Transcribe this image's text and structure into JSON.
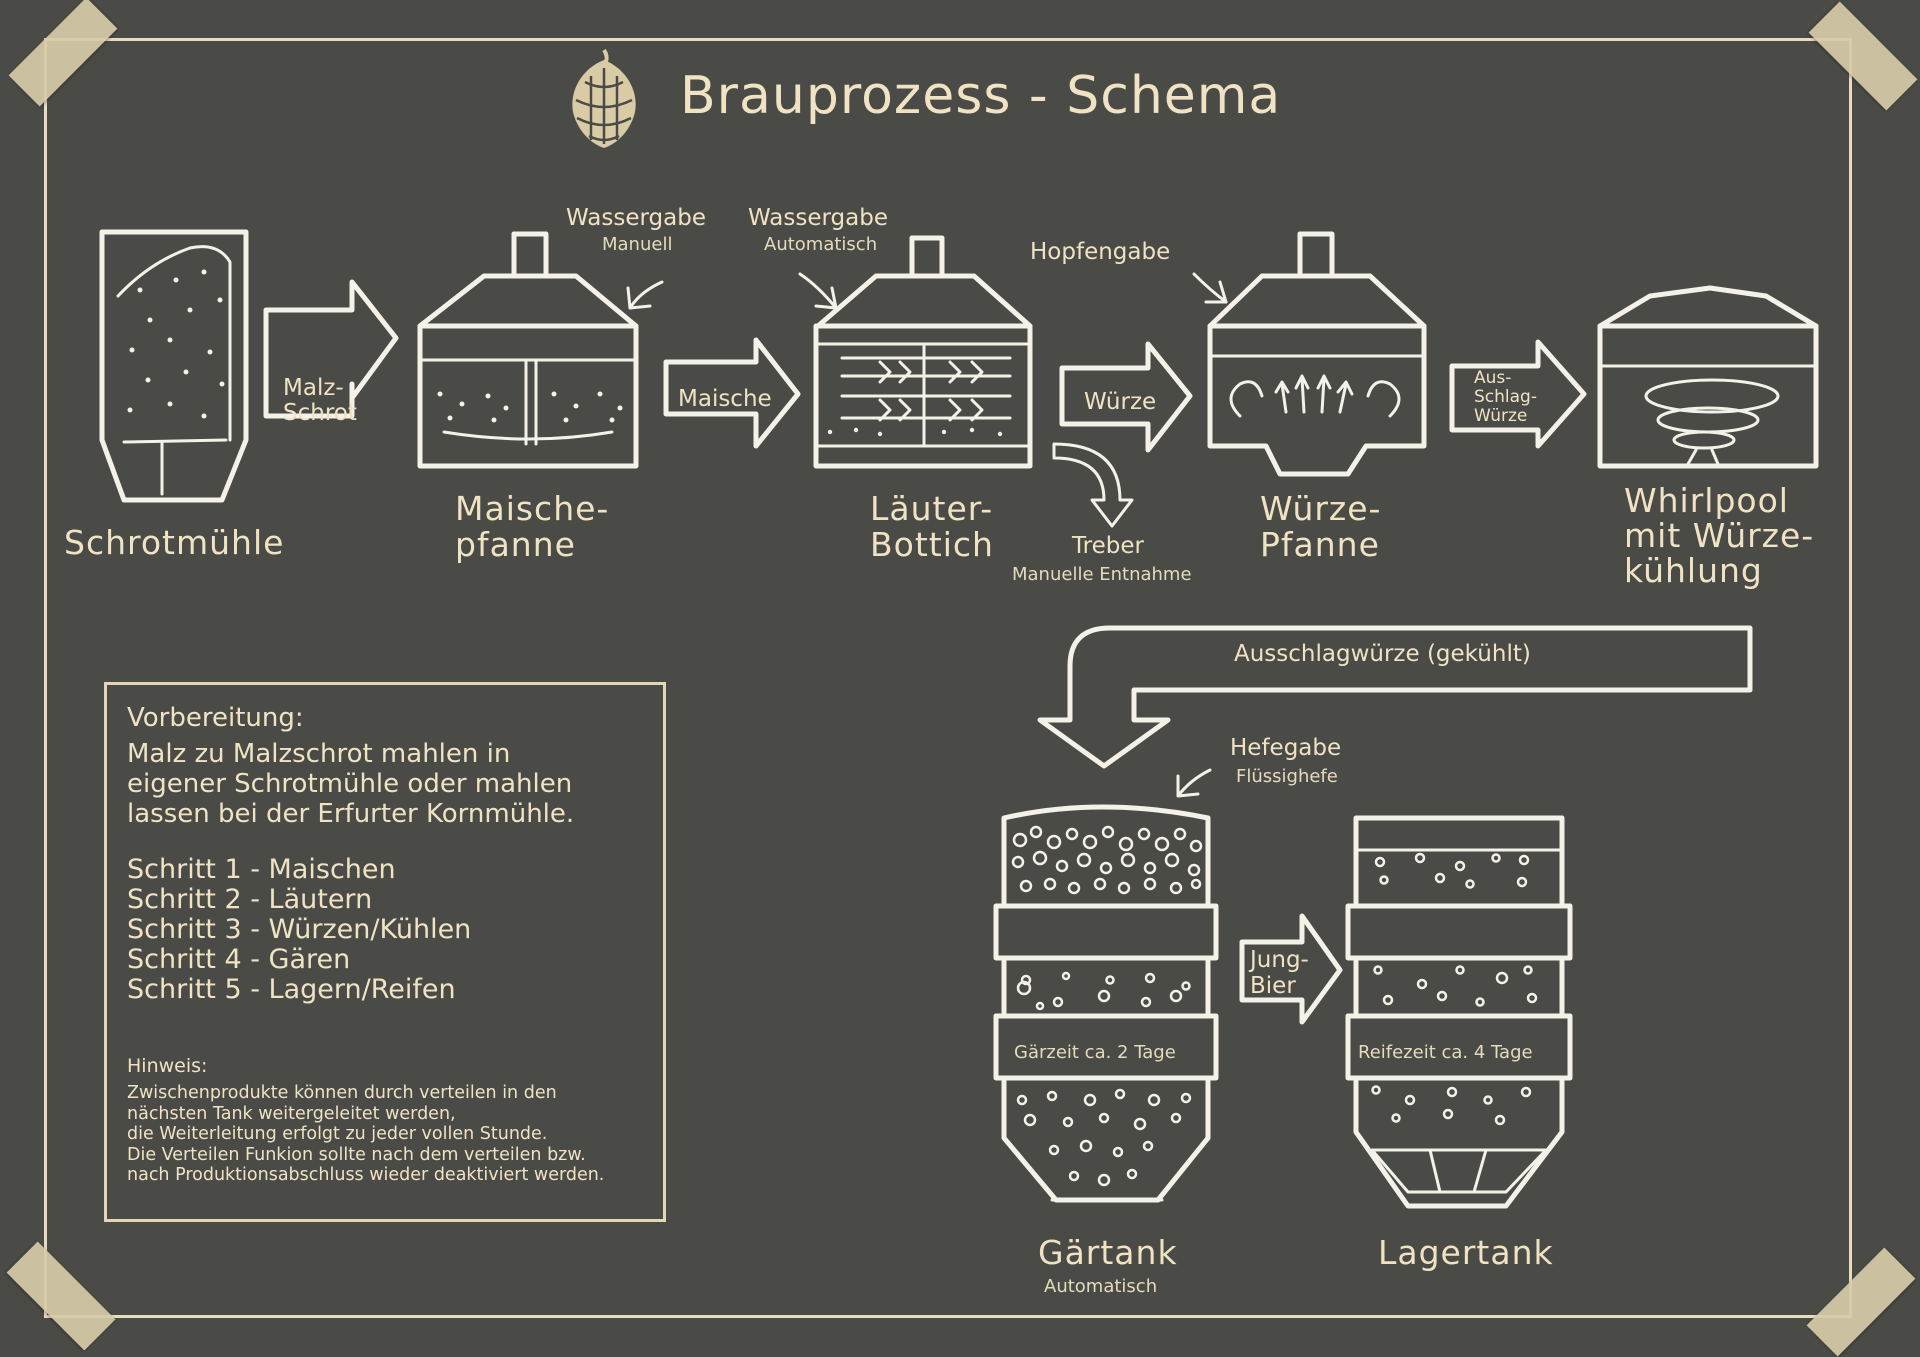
{
  "title": "Brauprozess - Schema",
  "icons": {
    "logo": "hop-cone-icon"
  },
  "colors": {
    "background": "#4a4a46",
    "chalk": "#f4f1e8",
    "accent": "#efe3c4",
    "tape": "#d7cba8"
  },
  "stations": {
    "schrotmuehle": "Schrotmühle",
    "maischepfanne": [
      "Maische-",
      "pfanne"
    ],
    "laeuterbottich": [
      "Läuter-",
      "Bottich"
    ],
    "wuerzepfanne": [
      "Würze-",
      "Pfanne"
    ],
    "whirlpool": [
      "Whirlpool",
      "mit Würze-",
      "kühlung"
    ],
    "gaertank": "Gärtank",
    "gaertank_sub": "Automatisch",
    "lagertank": "Lagertank"
  },
  "arrows": {
    "malzschrot": [
      "Malz-",
      "Schrot"
    ],
    "maische": "Maische",
    "wuerze": "Würze",
    "ausschlagwuerze": [
      "Aus-",
      "Schlag-",
      "Würze"
    ],
    "ausschlagwuerze_gekuehlt": "Ausschlagwürze (gekühlt)",
    "jungbier": [
      "Jung-",
      "Bier"
    ]
  },
  "annotations": {
    "wassergabe_manuell": {
      "title": "Wassergabe",
      "sub": "Manuell"
    },
    "wassergabe_auto": {
      "title": "Wassergabe",
      "sub": "Automatisch"
    },
    "hopfengabe": "Hopfengabe",
    "treber": {
      "title": "Treber",
      "sub": "Manuelle Entnahme"
    },
    "hefegabe": {
      "title": "Hefegabe",
      "sub": "Flüssighefe"
    },
    "gaerzeit": "Gärzeit ca. 2 Tage",
    "reifezeit": "Reifezeit ca. 4 Tage"
  },
  "preparation": {
    "heading": "Vorbereitung:",
    "text": [
      "Malz zu Malzschrot mahlen in",
      "eigener Schrotmühle oder mahlen",
      "lassen bei der Erfurter Kornmühle."
    ],
    "steps": [
      "Schritt 1 - Maischen",
      "Schritt 2 - Läutern",
      "Schritt 3 - Würzen/Kühlen",
      "Schritt 4 - Gären",
      "Schritt 5 - Lagern/Reifen"
    ],
    "note_heading": "Hinweis:",
    "note": [
      "Zwischenprodukte können durch verteilen in den",
      "nächsten Tank weitergeleitet werden,",
      "die Weiterleitung erfolgt zu jeder vollen Stunde.",
      "Die Verteilen Funkion sollte nach dem verteilen bzw.",
      "nach Produktionsabschluss wieder deaktiviert werden."
    ]
  }
}
